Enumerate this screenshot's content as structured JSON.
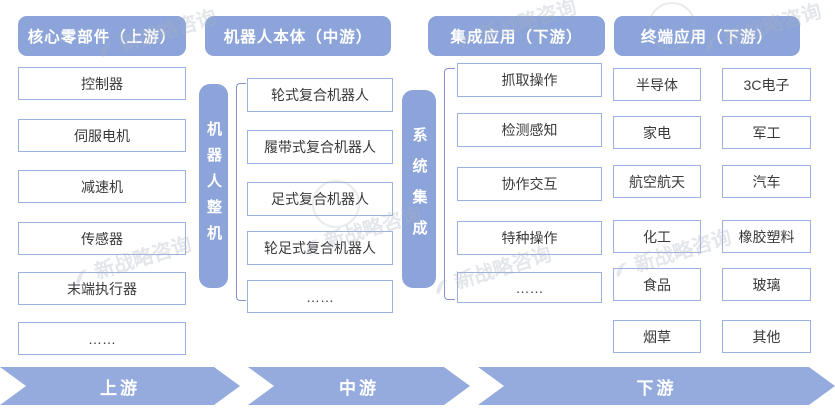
{
  "diagram": {
    "headers": [
      "核心零部件（上游）",
      "机器人本体（中游）",
      "集成应用（下游）",
      "终端应用（下游）"
    ],
    "upstream_items": [
      "控制器",
      "伺服电机",
      "减速机",
      "传感器",
      "末端执行器",
      "……"
    ],
    "midstream_items": [
      "轮式复合机器人",
      "履带式复合机器人",
      "足式复合机器人",
      "轮足式复合机器人",
      "……"
    ],
    "integration_items": [
      "抓取操作",
      "检测感知",
      "协作交互",
      "特种操作",
      "……"
    ],
    "terminal_left_items": [
      "半导体",
      "家电",
      "航空航天",
      "化工",
      "食品",
      "烟草"
    ],
    "terminal_right_items": [
      "3C电子",
      "军工",
      "汽车",
      "橡胶塑料",
      "玻璃",
      "其他"
    ],
    "connector_bars": [
      "机器人整机",
      "系统集成"
    ],
    "flow_arrows": [
      "上游",
      "中游",
      "下游"
    ]
  },
  "watermark": {
    "text": "新战略咨询"
  },
  "colors": {
    "accent": "#8CA4DA",
    "accent_light": "#95ABDE",
    "box_border": "#9DB3DF",
    "bracket_line": "#8494C6",
    "text": "#3A3A3A"
  }
}
